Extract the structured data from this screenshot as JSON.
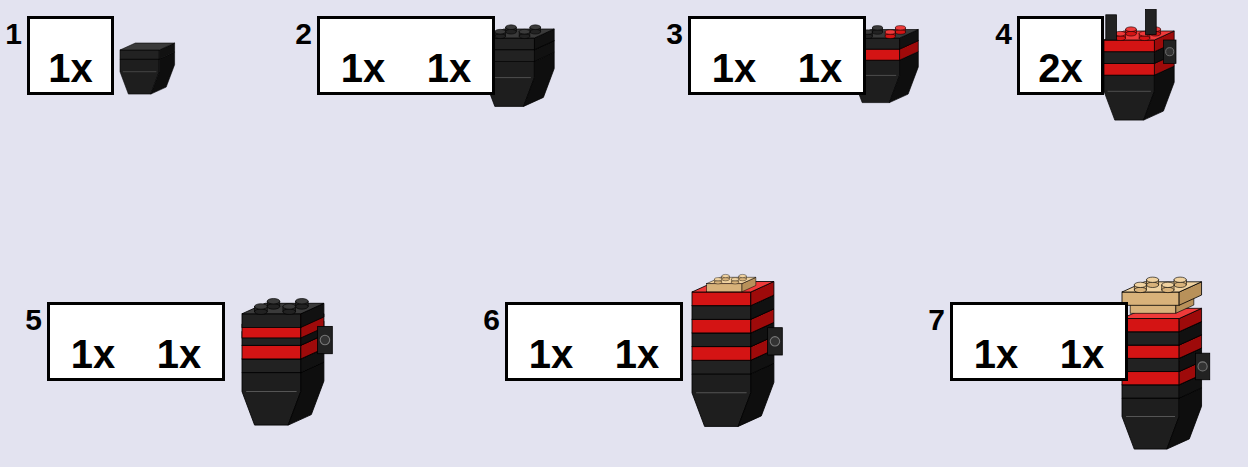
{
  "diagram": {
    "nodes": [
      {
        "text": [
          "1",
          "1x"
        ]
      },
      {
        "text": [
          "2",
          "1x",
          "1x"
        ]
      },
      {
        "text": [
          "3",
          "1x",
          "1x"
        ]
      },
      {
        "text": [
          "4",
          "2x"
        ]
      },
      {
        "text": [
          "5",
          "1x",
          "1x"
        ]
      },
      {
        "text": [
          "6",
          "1x",
          "1x"
        ]
      },
      {
        "text": [
          "7",
          "1x",
          "1x"
        ]
      }
    ]
  }
}
